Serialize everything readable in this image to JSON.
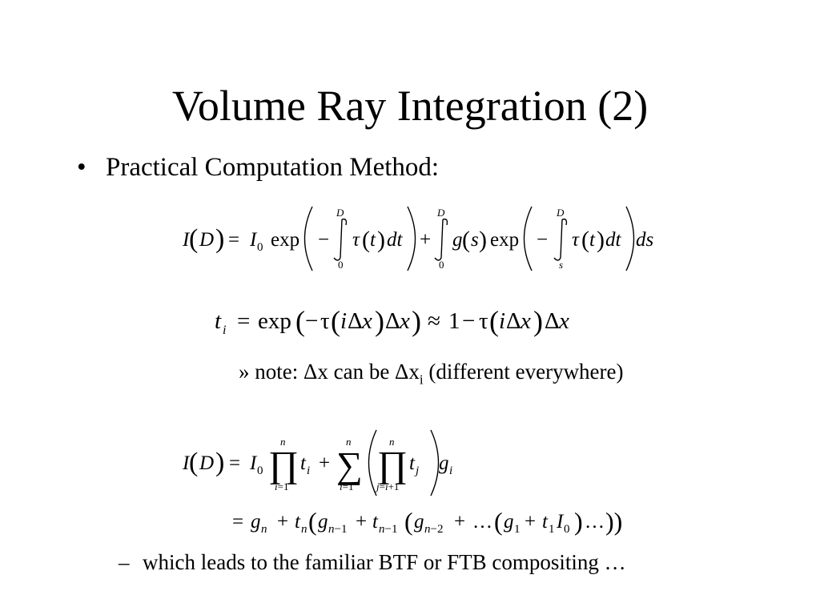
{
  "slide": {
    "title": "Volume Ray Integration (2)",
    "bullet_marker": "•",
    "bullet_text": "Practical Computation Method:",
    "note": {
      "marker": "»",
      "prefix": "note: Δx can be Δx",
      "subscript": "i",
      "suffix": "(different everywhere)"
    },
    "sub_bullet": {
      "marker": "–",
      "text": "which leads to the familiar BTF or FTB compositing …"
    }
  }
}
